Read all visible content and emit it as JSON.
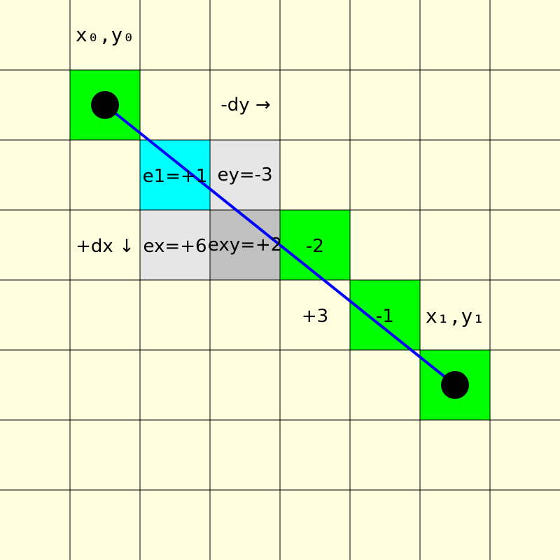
{
  "grid": {
    "cols": 8,
    "rows": 8,
    "background": "#FFFFE0",
    "line_color": "#000000"
  },
  "colors": {
    "pixel": "#00FF00",
    "e1": "#00FFFF",
    "candidate": "#E6E6E6",
    "diagonal": "#C0C0C0",
    "line": "#0000FF",
    "endpoint": "#000000"
  },
  "cells": [
    {
      "col": 1,
      "row": 1,
      "color": "pixel"
    },
    {
      "col": 2,
      "row": 2,
      "color": "e1"
    },
    {
      "col": 3,
      "row": 2,
      "color": "candidate"
    },
    {
      "col": 2,
      "row": 3,
      "color": "candidate"
    },
    {
      "col": 3,
      "row": 3,
      "color": "diagonal"
    },
    {
      "col": 4,
      "row": 3,
      "color": "pixel"
    },
    {
      "col": 5,
      "row": 4,
      "color": "pixel"
    },
    {
      "col": 6,
      "row": 5,
      "color": "pixel"
    }
  ],
  "line": {
    "from": [
      1,
      1
    ],
    "to": [
      6,
      5
    ]
  },
  "labels": {
    "start": "x₀,y₀",
    "end": "x₁,y₁",
    "dy": "-dy →",
    "dx": "+dx ↓",
    "e1": "e1=+1",
    "ey": "ey=-3",
    "ex": "ex=+6",
    "exy": "exy=+2",
    "err_a": "-2",
    "err_b": "+3",
    "err_c": "-1"
  }
}
